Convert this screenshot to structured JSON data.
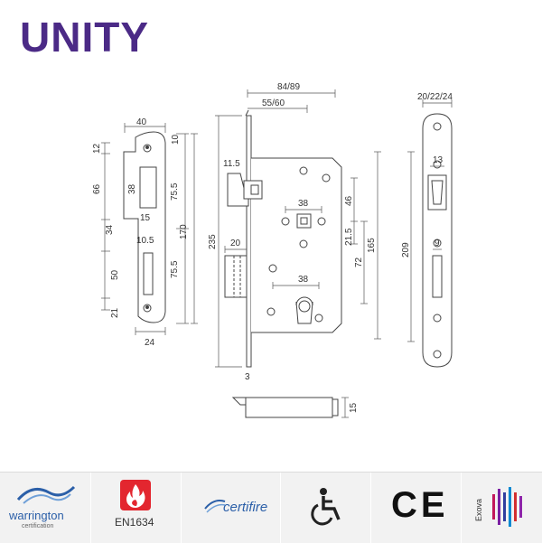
{
  "brand": {
    "name": "UNITY",
    "color": "#4b2a86"
  },
  "strike_plate": {
    "dim_width": "40",
    "dim_top": "12",
    "dim_top_right": "10",
    "dim_upper_height": "66",
    "dim_window_upper": "38",
    "dim_upper_right": "75.5",
    "dim_total": "170",
    "dim_slot_width": "15",
    "dim_step": "34",
    "dim_step_small": "10.5",
    "dim_window_lower": "50",
    "dim_lower_right": "75.5",
    "dim_bottom": "21",
    "dim_bottom_width": "24"
  },
  "lock_body": {
    "dim_overall_depth": "84/89",
    "dim_backset": "55/60",
    "dim_latch": "11.5",
    "dim_handle_hole": "38",
    "dim_46": "46",
    "dim_21_5": "21.5",
    "dim_165": "165",
    "dim_72": "72",
    "dim_height": "235",
    "dim_bolt": "20",
    "dim_cylinder": "38",
    "dim_faceplate_thickness": "3",
    "dim_bolt_throw": "15"
  },
  "forend": {
    "dim_widths": "20/22/24",
    "dim_latch_slot": "13",
    "dim_bolt_slot": "9",
    "dim_length": "209"
  },
  "certifications": {
    "warrington": "warrington",
    "warrington_sub": "certification",
    "fire_standard": "EN1634",
    "certifire": "certifire",
    "ce": "CE",
    "exova": "Exova",
    "fire_color": "#e3262f",
    "warrington_color": "#2b5fa8",
    "certifire_color": "#2b5fa8"
  }
}
